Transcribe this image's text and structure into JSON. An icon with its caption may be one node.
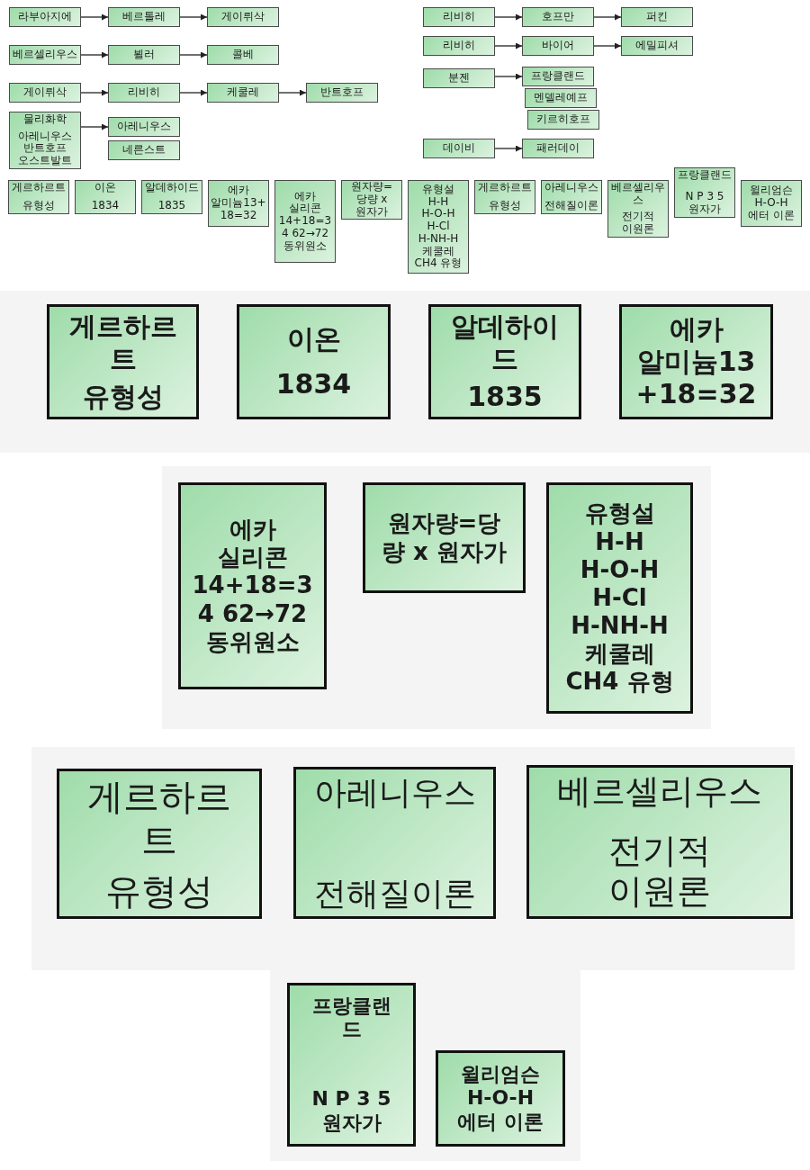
{
  "diagram": {
    "nodes": [
      {
        "text": [
          "라부아지에"
        ]
      },
      {
        "text": [
          "베르톨레"
        ]
      },
      {
        "text": [
          "게이뤼삭"
        ]
      },
      {
        "text": [
          "베르셀리우스"
        ]
      },
      {
        "text": [
          "뵐러"
        ]
      },
      {
        "text": [
          "콜베"
        ]
      },
      {
        "text": [
          "게이뤼삭"
        ]
      },
      {
        "text": [
          "리비히"
        ]
      },
      {
        "text": [
          "케쿨레"
        ]
      },
      {
        "text": [
          "반트호프"
        ]
      },
      {
        "text": [
          "물리화학",
          "아레니우스 반트호프 오스트발트"
        ]
      },
      {
        "text": [
          "아레니우스"
        ]
      },
      {
        "text": [
          "네른스트"
        ]
      },
      {
        "text": [
          "리비히"
        ]
      },
      {
        "text": [
          "호프만"
        ]
      },
      {
        "text": [
          "퍼킨"
        ]
      },
      {
        "text": [
          "리비히"
        ]
      },
      {
        "text": [
          "바이어"
        ]
      },
      {
        "text": [
          "에밀피셔"
        ]
      },
      {
        "text": [
          "분젠"
        ]
      },
      {
        "text": [
          "프랑클랜드"
        ]
      },
      {
        "text": [
          "멘델레예프"
        ]
      },
      {
        "text": [
          "키르히호프"
        ]
      },
      {
        "text": [
          "데이비"
        ]
      },
      {
        "text": [
          "패러데이"
        ]
      },
      {
        "text": [
          "게르하르트",
          "유형성"
        ]
      },
      {
        "text": [
          "이온",
          "1834"
        ]
      },
      {
        "text": [
          "알데하이드",
          "1835"
        ]
      },
      {
        "text": [
          "에카 알미늄13+18=32"
        ]
      },
      {
        "text": [
          "에카 실리콘 14+18=34 62→72 동위원소"
        ]
      },
      {
        "text": [
          "원자량=당량 x 원자가"
        ]
      },
      {
        "text": [
          "유형설 H-H H-O-H H-Cl H-NH-H 케쿨레 CH4 유형"
        ]
      },
      {
        "text": [
          "게르하르트",
          "유형성"
        ]
      },
      {
        "text": [
          "아레니우스",
          "전해질이론"
        ]
      },
      {
        "text": [
          "베르셀리우스",
          "전기적 이원론"
        ]
      },
      {
        "text": [
          "프랑클랜드",
          "N P 3 5 원자가"
        ]
      },
      {
        "text": [
          "윌리엄슨 H-O-H 에터 이론"
        ]
      },
      {
        "text": [
          "게르하르트",
          "유형성"
        ]
      },
      {
        "text": [
          "이온",
          "1834"
        ]
      },
      {
        "text": [
          "알데하이드",
          "1835"
        ]
      },
      {
        "text": [
          "에카 알미늄13+18=32"
        ]
      },
      {
        "text": [
          "에카 실리콘 14+18=34 62→72 동위원소"
        ]
      },
      {
        "text": [
          "원자량=당량 x 원자가"
        ]
      },
      {
        "text": [
          "유형설 H-H H-O-H H-Cl H-NH-H 케쿨레 CH4 유형"
        ]
      },
      {
        "text": [
          "게르하르트",
          "유형성"
        ]
      },
      {
        "text": [
          "아레니우스",
          "전해질이론"
        ]
      },
      {
        "text": [
          "베르셀리우스",
          "전기적 이원론"
        ]
      },
      {
        "text": [
          "프랑클랜드",
          "N P 3 5 원자가"
        ]
      },
      {
        "text": [
          "윌리엄슨 H-O-H 에터 이론"
        ]
      }
    ],
    "edges": [
      {
        "from": 0,
        "to": 1,
        "arrow": "to"
      },
      {
        "from": 1,
        "to": 2,
        "arrow": "to"
      },
      {
        "from": 3,
        "to": 4,
        "arrow": "to"
      },
      {
        "from": 4,
        "to": 5,
        "arrow": "to"
      },
      {
        "from": 6,
        "to": 7,
        "arrow": "to"
      },
      {
        "from": 7,
        "to": 8,
        "arrow": "to"
      },
      {
        "from": 8,
        "to": 9,
        "arrow": "to"
      },
      {
        "from": 10,
        "to": 11,
        "arrow": "to"
      },
      {
        "from": 13,
        "to": 14,
        "arrow": "to"
      },
      {
        "from": 14,
        "to": 15,
        "arrow": "to"
      },
      {
        "from": 16,
        "to": 17,
        "arrow": "to"
      },
      {
        "from": 17,
        "to": 18,
        "arrow": "to"
      },
      {
        "from": 19,
        "to": 20,
        "arrow": "to"
      },
      {
        "from": 23,
        "to": 24,
        "arrow": "to"
      }
    ]
  }
}
